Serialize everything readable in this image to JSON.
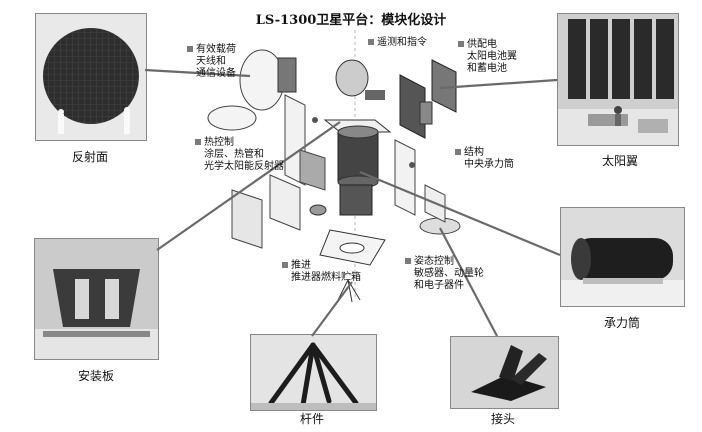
{
  "title": "LS-1300卫星平台：模块化设计",
  "photo_captions": {
    "reflector": "反射面",
    "solar_wing": "太阳翼",
    "thrust_tube": "承力筒",
    "mounting_plate": "安装板",
    "strut": "杆件",
    "joint": "接头"
  },
  "labels": {
    "payload": [
      "有效载荷",
      "天线和",
      "通信设备"
    ],
    "ttc": [
      "遥测和指令"
    ],
    "power": [
      "供配电",
      "太阳电池翼",
      "和蓄电池"
    ],
    "thermal": [
      "热控制",
      "涂层、热管和",
      "光学太阳能反射器"
    ],
    "structure": [
      "结构",
      "中央承力筒"
    ],
    "propulsion": [
      "推进",
      "推进器燃料贮箱"
    ],
    "attitude": [
      "姿态控制",
      "敏感器、动量轮",
      "和电子器件"
    ]
  }
}
